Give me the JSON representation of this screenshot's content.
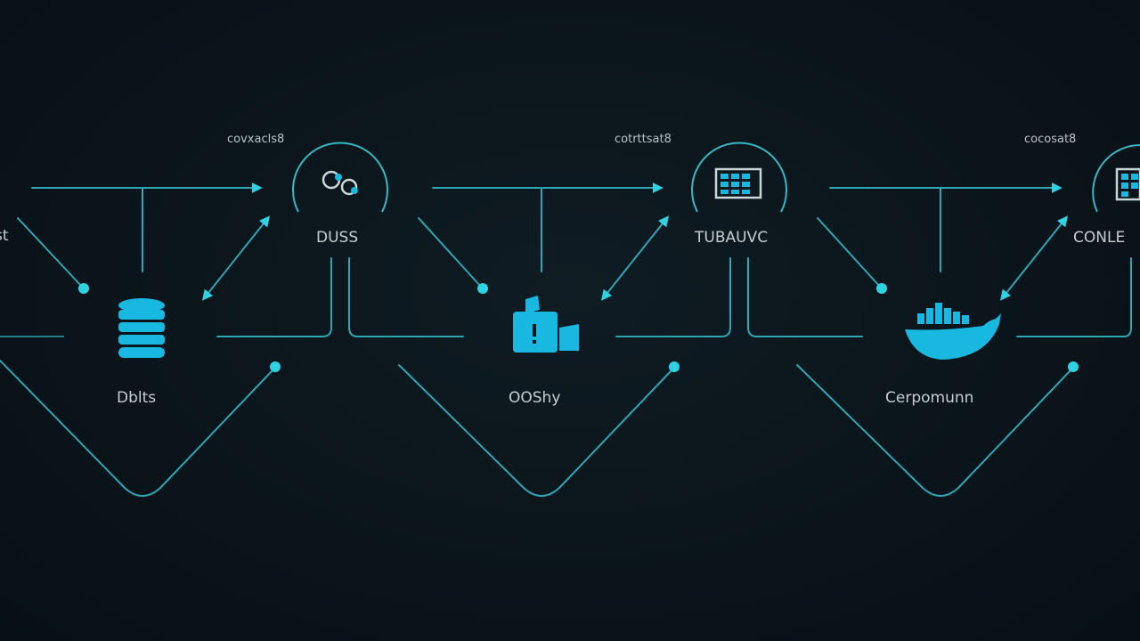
{
  "colors": {
    "background": "#0b1419",
    "wire": "#2fa6b3",
    "accent": "#19b8e0",
    "text": "#c4ced2"
  },
  "stages": [
    {
      "tag": "covxacls8",
      "node_label": "DUSS",
      "source_label": "Dblts",
      "node_icon": "gear-cluster-icon",
      "source_icon": "database-icon"
    },
    {
      "tag": "cotrttsat8",
      "node_label": "TUBAUVC",
      "source_label": "OOShy",
      "node_icon": "grid-panel-icon",
      "source_icon": "bucket-icon"
    },
    {
      "tag": "cocosat8",
      "node_label": "CONLE",
      "source_label": "Cerpomunn",
      "node_icon": "grid-panel-icon",
      "source_icon": "whale-container-icon"
    }
  ],
  "left_edge_label": "st"
}
